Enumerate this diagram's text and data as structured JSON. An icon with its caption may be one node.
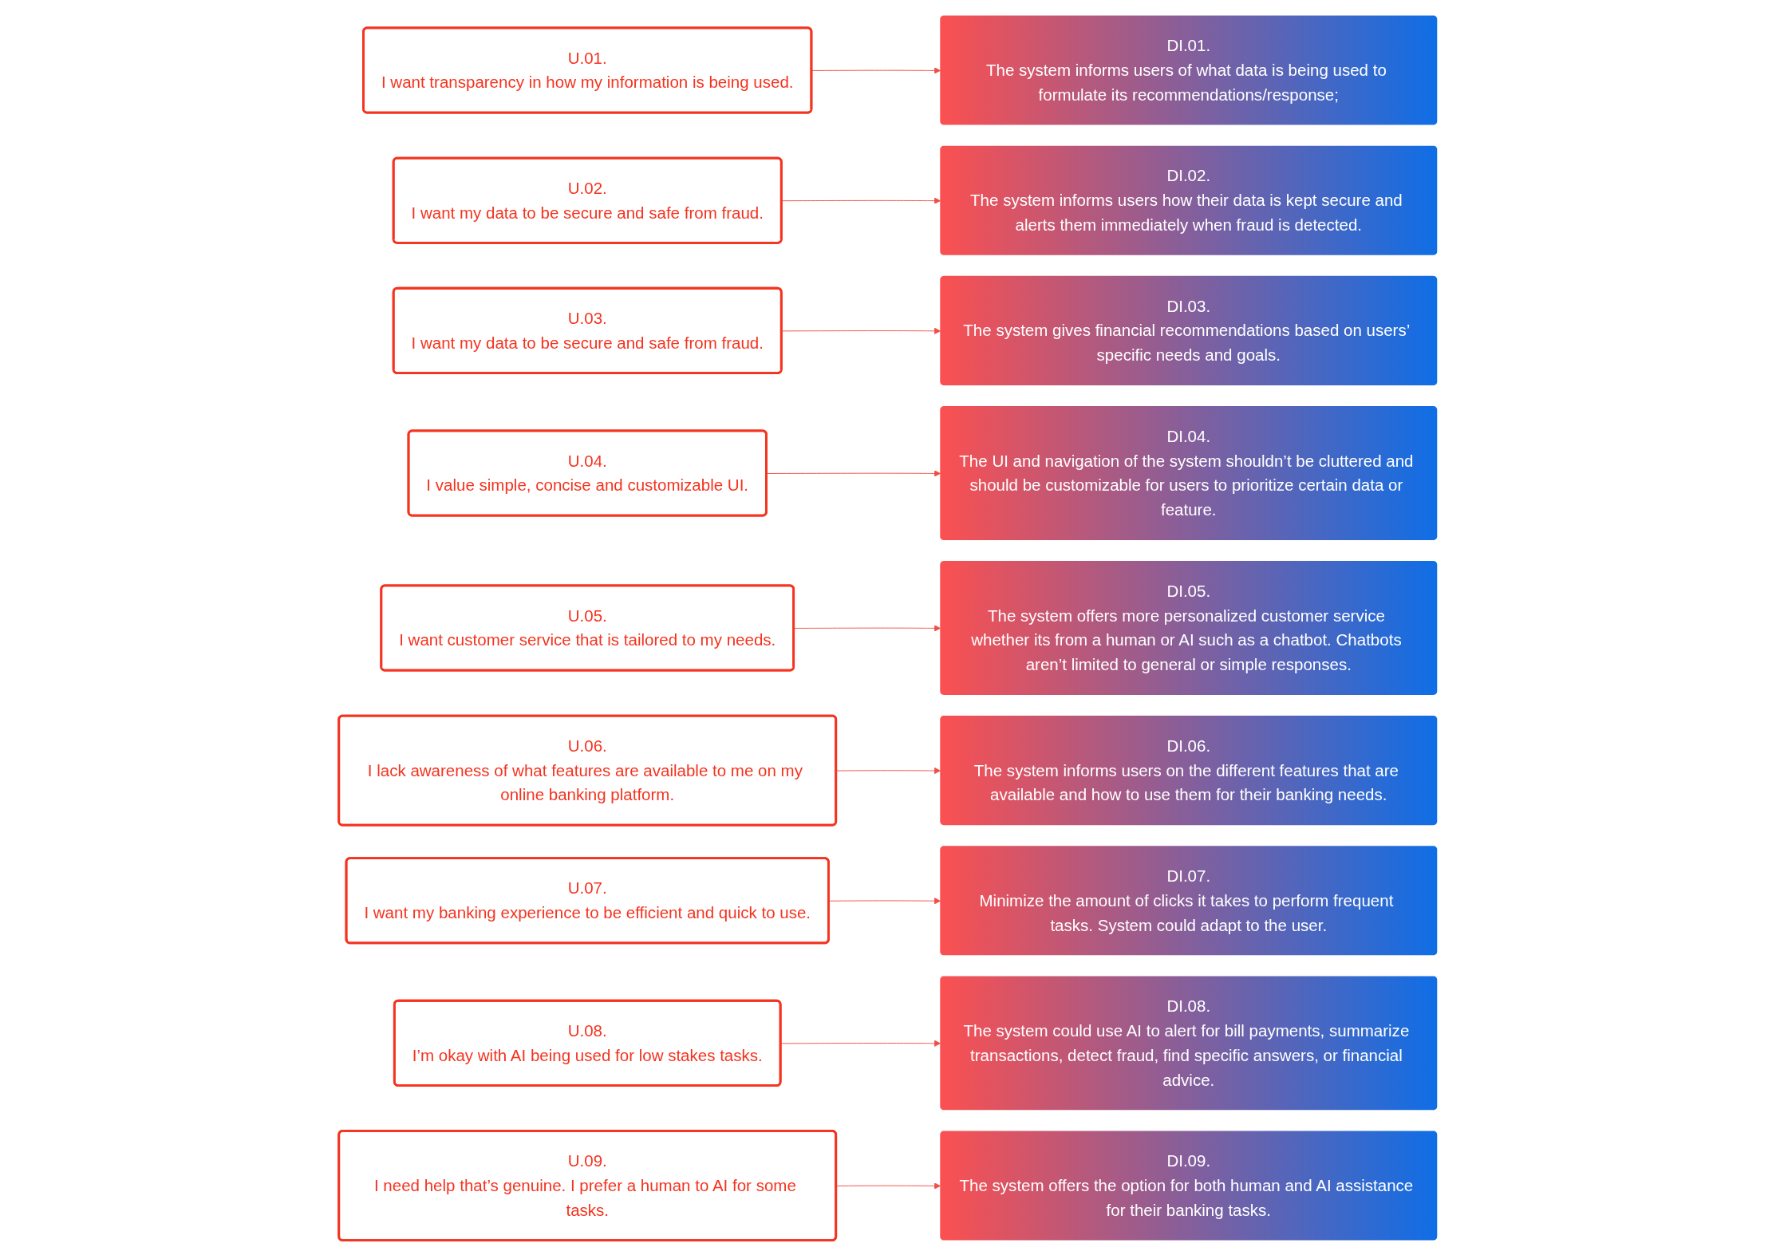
{
  "diagram": {
    "nodes": [
      {
        "text": [
          "U.01.",
          "I want transparency in how my information is being used."
        ]
      },
      {
        "text": [
          "DI.01.",
          "The system informs users of what data is being used to formulate its recommendations/response;"
        ]
      },
      {
        "text": [
          "U.02.",
          "I want my data to be secure and safe from fraud."
        ]
      },
      {
        "text": [
          "DI.02.",
          "The system informs users how their data is kept secure and alerts them immediately when fraud is detected."
        ]
      },
      {
        "text": [
          "U.03.",
          "I want my data to be secure and safe from fraud."
        ]
      },
      {
        "text": [
          "DI.03.",
          "The system gives financial recommendations based on users’ specific needs and goals."
        ]
      },
      {
        "text": [
          "U.04.",
          "I value simple, concise and customizable UI."
        ]
      },
      {
        "text": [
          "DI.04.",
          "The UI and navigation of the system shouldn’t be cluttered and should be customizable for users to prioritize certain data or feature."
        ]
      },
      {
        "text": [
          "U.05.",
          "I want customer service that is tailored to my needs."
        ]
      },
      {
        "text": [
          "DI.05.",
          "The system offers more personalized customer service whether its from a human or AI such as a chatbot. Chatbots aren’t limited to general or simple responses."
        ]
      },
      {
        "text": [
          "U.06.",
          "I lack awareness of what features are available to me on my online banking platform."
        ]
      },
      {
        "text": [
          "DI.06.",
          "The system informs users on the different features that are available and how to use them for their banking needs."
        ]
      },
      {
        "text": [
          "U.07.",
          "I want my banking experience to be efficient and quick to use."
        ]
      },
      {
        "text": [
          "DI.07.",
          "Minimize the amount of clicks it takes to perform frequent tasks. System could adapt to the user."
        ]
      },
      {
        "text": [
          "U.08.",
          "I’m okay with AI being used for low stakes tasks."
        ]
      },
      {
        "text": [
          "DI.08.",
          "The system could use AI to alert for bill payments, summarize transactions, detect fraud, find specific answers, or financial advice."
        ]
      },
      {
        "text": [
          "U.09.",
          "I need help that’s genuine. I prefer a human to AI for some tasks."
        ]
      },
      {
        "text": [
          "DI.09.",
          "The system offers the option for both human and AI assistance for their banking tasks."
        ]
      }
    ],
    "edges": [
      {
        "from": 0,
        "to": 1,
        "arrow": "to"
      },
      {
        "from": 2,
        "to": 3,
        "arrow": "to"
      },
      {
        "from": 4,
        "to": 5,
        "arrow": "to"
      },
      {
        "from": 6,
        "to": 7,
        "arrow": "to"
      },
      {
        "from": 8,
        "to": 9,
        "arrow": "to"
      },
      {
        "from": 10,
        "to": 11,
        "arrow": "to"
      },
      {
        "from": 12,
        "to": 13,
        "arrow": "to"
      },
      {
        "from": 14,
        "to": 15,
        "arrow": "to"
      },
      {
        "from": 16,
        "to": 17,
        "arrow": "to"
      }
    ]
  }
}
